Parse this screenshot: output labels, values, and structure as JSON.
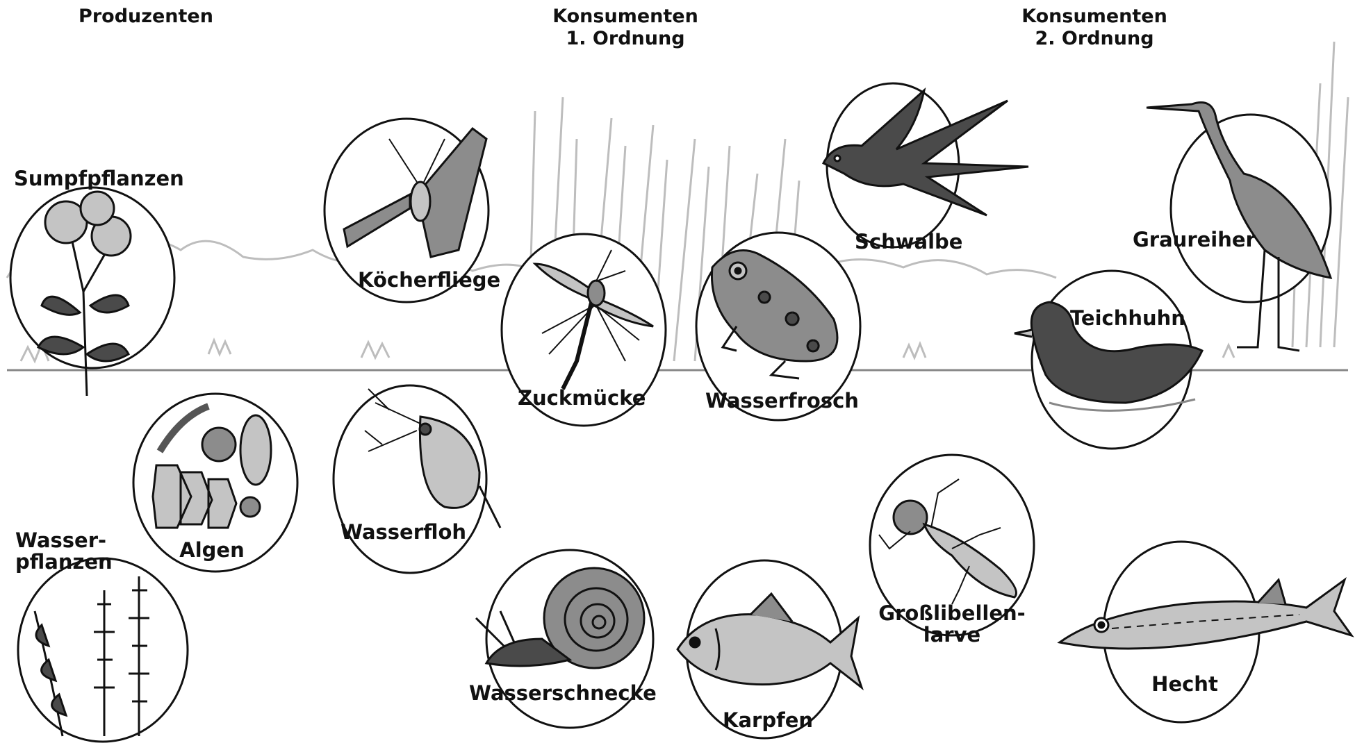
{
  "columns": {
    "producers": "Produzenten",
    "consumers1_line1": "Konsumenten",
    "consumers1_line2": "1. Ordnung",
    "consumers2_line1": "Konsumenten",
    "consumers2_line2": "2. Ordnung"
  },
  "organisms": {
    "sumpfpflanzen": "Sumpfpflanzen",
    "algen": "Algen",
    "wasserpflanzen_line1": "Wasser-",
    "wasserpflanzen_line2": "pflanzen",
    "koecherfliege": "Köcherfliege",
    "wasserfloh": "Wasserfloh",
    "zuckmuecke": "Zuckmücke",
    "wasserschnecke": "Wasserschnecke",
    "wasserfrosch": "Wasserfrosch",
    "karpfen": "Karpfen",
    "schwalbe": "Schwalbe",
    "grosslibellenlarve_line1": "Großlibellen-",
    "grosslibellenlarve_line2": "larve",
    "graureiher": "Graureiher",
    "teichhuhn": "Teichhuhn",
    "hecht": "Hecht"
  },
  "colors": {
    "outline": "#111111",
    "dark_fill": "#4a4a4a",
    "mid_fill": "#8c8c8c",
    "light_fill": "#c4c4c4",
    "background_sketch": "#bdbdbd"
  }
}
